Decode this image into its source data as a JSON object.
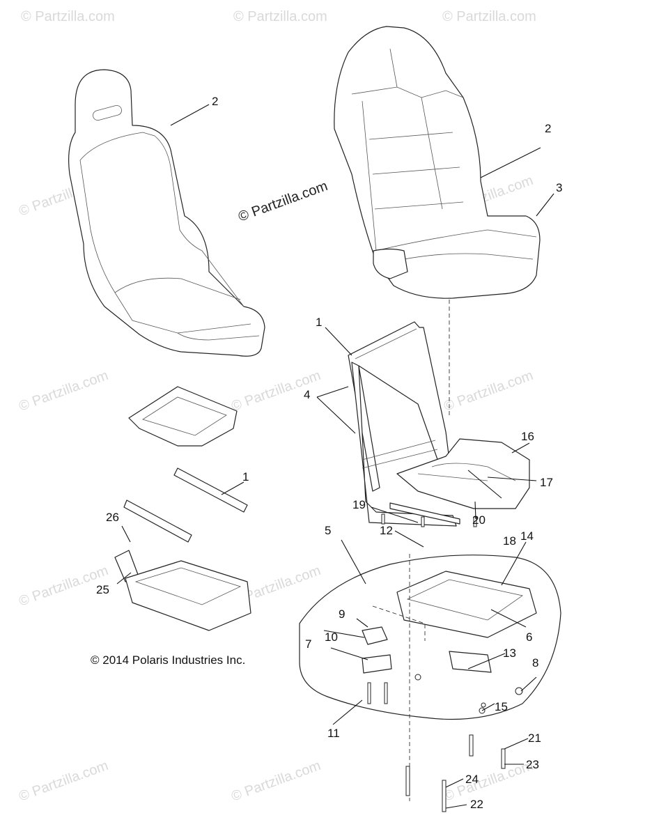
{
  "watermark": "© Partzilla.com",
  "brand_watermark": "© Partzilla.com",
  "copyright": "© 2014 Polaris Industries Inc.",
  "callouts": {
    "c1a": "1",
    "c1b": "1",
    "c2a": "2",
    "c2b": "2",
    "c3": "3",
    "c4": "4",
    "c5": "5",
    "c6": "6",
    "c7": "7",
    "c8": "8",
    "c9": "9",
    "c10": "10",
    "c11": "11",
    "c12": "12",
    "c13": "13",
    "c14": "14",
    "c15": "15",
    "c16": "16",
    "c17": "17",
    "c18": "18",
    "c19": "19",
    "c20": "20",
    "c21": "21",
    "c22": "22",
    "c23": "23",
    "c24": "24",
    "c25": "25",
    "c26": "26"
  }
}
